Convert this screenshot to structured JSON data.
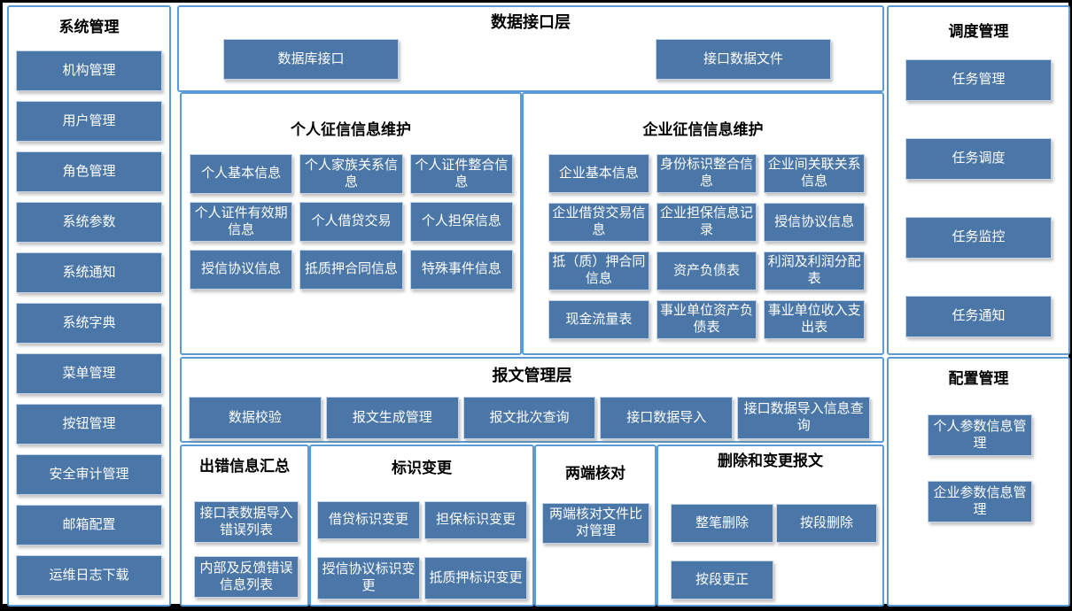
{
  "colors": {
    "button_fill": "#4a77a7",
    "button_border": "#c3d2e4",
    "button_text": "#ffffff",
    "panel_border": "#5b9bd5",
    "title_text": "#000000",
    "frame": "#000000",
    "background": "#ffffff"
  },
  "panels": {
    "system": {
      "title": "系统管理",
      "items": [
        "机构管理",
        "用户管理",
        "角色管理",
        "系统参数",
        "系统通知",
        "系统字典",
        "菜单管理",
        "按钮管理",
        "安全审计管理",
        "邮箱配置",
        "运维日志下载"
      ]
    },
    "data_interface": {
      "title": "数据接口层",
      "items": [
        "数据库接口",
        "接口数据文件"
      ]
    },
    "personal": {
      "title": "个人征信信息维护",
      "items": [
        "个人基本信息",
        "个人家族关系信息",
        "个人证件整合信息",
        "个人证件有效期信息",
        "个人借贷交易",
        "个人担保信息",
        "授信协议信息",
        "抵质押合同信息",
        "特殊事件信息"
      ]
    },
    "enterprise": {
      "title": "企业征信信息维护",
      "items": [
        "企业基本信息",
        "身份标识整合信息",
        "企业间关联关系信息",
        "企业借贷交易信息",
        "企业担保信息记录",
        "授信协议信息",
        "抵（质）押合同信息",
        "资产负债表",
        "利润及利润分配表",
        "现金流量表",
        "事业单位资产负债表",
        "事业单位收入支出表"
      ]
    },
    "message": {
      "title": "报文管理层",
      "items": [
        "数据校验",
        "报文生成管理",
        "报文批次查询",
        "接口数据导入",
        "接口数据导入信息查询"
      ]
    },
    "error": {
      "title": "出错信息汇总",
      "items": [
        "接口表数据导入错误列表",
        "内部及反馈错误信息列表"
      ]
    },
    "id_change": {
      "title": "标识变更",
      "items": [
        "借贷标识变更",
        "担保标识变更",
        "授信协议标识变更",
        "抵质押标识变更"
      ]
    },
    "check": {
      "title": "两端核对",
      "items": [
        "两端核对文件比对管理"
      ]
    },
    "delete_change": {
      "title": "删除和变更报文",
      "items": [
        "整笔删除",
        "按段删除",
        "按段更正"
      ]
    },
    "schedule": {
      "title": "调度管理",
      "items": [
        "任务管理",
        "任务调度",
        "任务监控",
        "任务通知"
      ]
    },
    "config": {
      "title": "配置管理",
      "items": [
        "个人参数信息管理",
        "企业参数信息管理"
      ]
    }
  }
}
